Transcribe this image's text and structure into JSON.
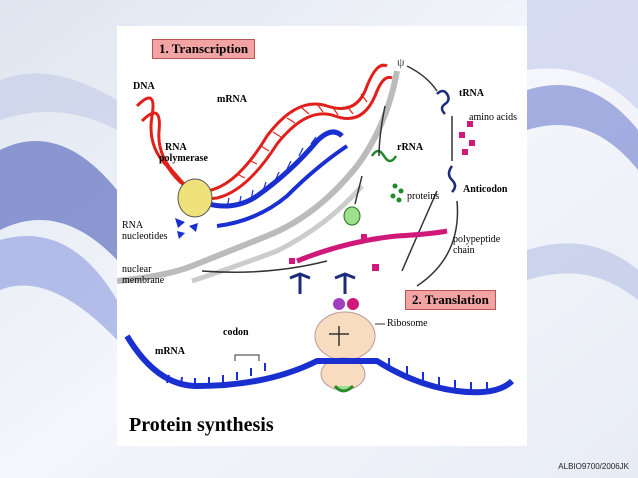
{
  "labels": {
    "transcription": "1. Transcription",
    "translation": "2. Translation",
    "dna": "DNA",
    "mrna_top": "mRNA",
    "rna_polymerase_1": "RNA",
    "rna_polymerase_2": "polymerase",
    "rna_nucleotides_1": "RNA",
    "rna_nucleotides_2": "nucleotides",
    "nuclear_membrane_1": "nuclear",
    "nuclear_membrane_2": "membrane",
    "codon": "codon",
    "mrna_bottom": "mRNA",
    "trna": "tRNA",
    "amino_acids": "amino acids",
    "rrna": "rRNA",
    "proteins": "proteins",
    "anticodon": "Anticodon",
    "polypeptide_1": "polypeptide",
    "polypeptide_2": "chain",
    "ribosome": "Ribosome"
  },
  "title": "Protein synthesis",
  "credit": "ALBIO9700/2006JK",
  "colors": {
    "dna": "#e0201a",
    "mrna": "#1a2fd0",
    "membrane": "#c8c8c8",
    "polymerase": "#f0e27a",
    "ribosome": "#f7dcc0",
    "rrna": "#1f8a2a",
    "amino_acid": "#d0187a",
    "section_box": "#f2a3a3"
  }
}
